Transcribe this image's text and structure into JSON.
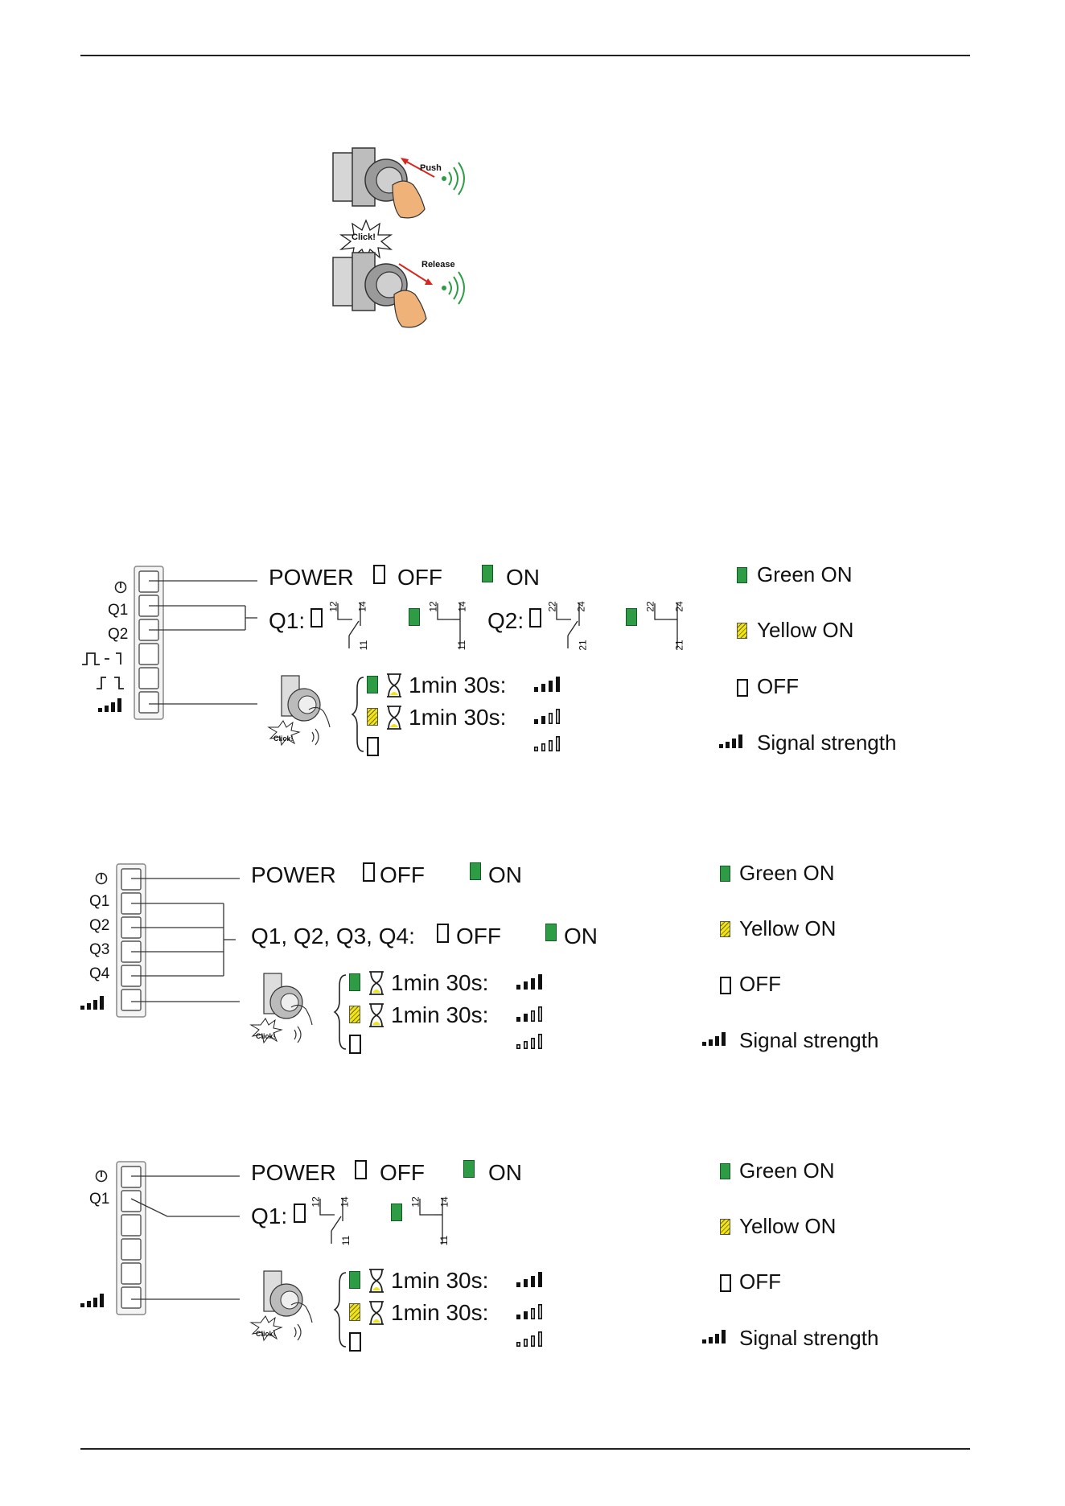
{
  "colors": {
    "green": "#2e9b45",
    "yellow": "#f2e21a",
    "line": "#222222",
    "module_fill": "#f2f2f2",
    "module_stroke": "#777777",
    "arrow": "#d9251d",
    "wave": "#2e9b45",
    "skin": "#efb37a"
  },
  "icons": {
    "power": "power-icon",
    "signal": "signal-bars-icon",
    "hourglass": "hourglass-icon",
    "relay_contact": "relay-contact-icon",
    "pulse": "pulse-icon",
    "step": "step-icon",
    "pushbutton": "pushbutton-icon",
    "led": "led-icon",
    "wave": "radio-wave-icon"
  },
  "figure1": {
    "push": "Push",
    "click": "Click!",
    "release": "Release"
  },
  "common": {
    "power": "POWER",
    "off": "OFF",
    "on": "ON",
    "timer": "1min 30s:",
    "click": "Click!"
  },
  "legend": {
    "green": "Green ON",
    "yellow": "Yellow ON",
    "off": "OFF",
    "signal": "Signal strength"
  },
  "diagram1": {
    "labels": [
      "Q1",
      "Q2"
    ],
    "q1": "Q1:",
    "q2": "Q2:",
    "contacts_q1": [
      "12",
      "14",
      "11"
    ],
    "contacts_q2": [
      "22",
      "24",
      "21"
    ]
  },
  "diagram2": {
    "labels": [
      "Q1",
      "Q2",
      "Q3",
      "Q4"
    ],
    "outputs": "Q1, Q2, Q3, Q4:"
  },
  "diagram3": {
    "labels": [
      "Q1"
    ],
    "q1": "Q1:",
    "contacts_q1": [
      "12",
      "14",
      "11"
    ]
  }
}
